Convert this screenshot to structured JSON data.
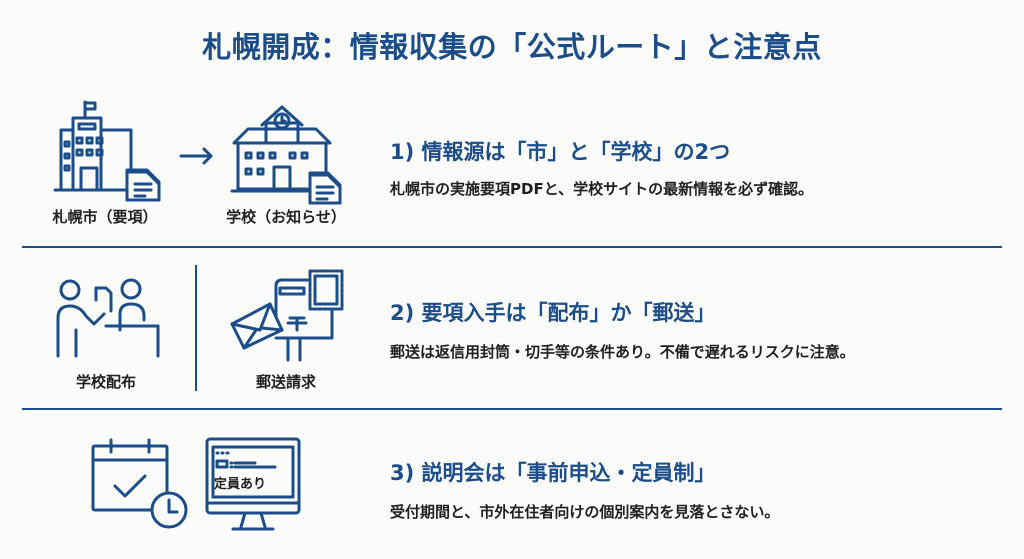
{
  "title": "札幌開成：情報収集の「公式ルート」と注意点",
  "sections": [
    {
      "heading": "1)  情報源は「市」と「学校」の2つ",
      "body": "札幌市の実施要項PDFと、学校サイトの最新情報を必ず確認。",
      "icon_labels": [
        "札幌市（要項）",
        "学校（お知らせ）"
      ]
    },
    {
      "heading": "2)  要項入手は「配布」か「郵送」",
      "body": "郵送は返信用封筒・切手等の条件あり。不備で遅れるリスクに注意。",
      "icon_labels": [
        "学校配布",
        "郵送請求"
      ]
    },
    {
      "heading": "3)  説明会は「事前申込・定員制」",
      "body": "受付期間と、市外在住者向けの個別案内を見落とさない。",
      "monitor_text": "定員あり"
    }
  ],
  "colors": {
    "accent": "#1b4d8a",
    "text": "#1f1f1f",
    "background": "#fbfbfa"
  }
}
